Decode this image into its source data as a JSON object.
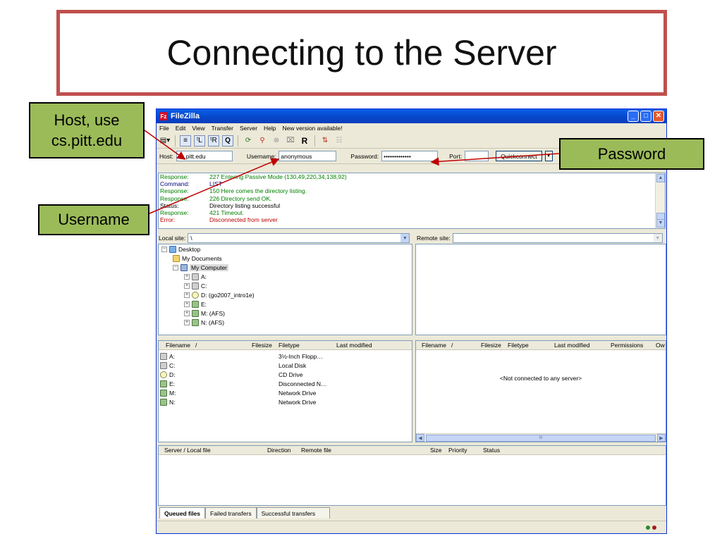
{
  "slide": {
    "title": "Connecting to the Server"
  },
  "callouts": {
    "host": {
      "line1": "Host, use",
      "line2": "cs.pitt.edu"
    },
    "username": "Username",
    "password": "Password"
  },
  "window": {
    "title": "FileZilla",
    "controls": {
      "minimize": "_",
      "maximize": "□",
      "close": "✕"
    }
  },
  "menu": [
    "File",
    "Edit",
    "View",
    "Transfer",
    "Server",
    "Help",
    "New version available!"
  ],
  "quickconnect": {
    "host_label": "Host:",
    "host_value": "cs.pitt.edu",
    "username_label": "Username:",
    "username_value": "anonymous",
    "password_label": "Password:",
    "password_value": "•••••••••••••",
    "port_label": "Port:",
    "port_value": "",
    "button": "Quickconnect",
    "dropdown": "▼"
  },
  "log": [
    {
      "type": "Response:",
      "text": "227 Entering Passive Mode (130,49,220,34,138,92)",
      "color": "green"
    },
    {
      "type": "Command:",
      "text": "LIST",
      "color": "blue"
    },
    {
      "type": "Response:",
      "text": "150 Here comes the directory listing.",
      "color": "green"
    },
    {
      "type": "Response:",
      "text": "226 Directory send OK.",
      "color": "green"
    },
    {
      "type": "Status:",
      "text": "Directory listing successful",
      "color": "black"
    },
    {
      "type": "Response:",
      "text": "421 Timeout.",
      "color": "green"
    },
    {
      "type": "Error:",
      "text": "Disconnected from server",
      "color": "red"
    }
  ],
  "local": {
    "site_label": "Local site:",
    "site_value": "\\",
    "tree": [
      {
        "label": "Desktop",
        "icon": "desk",
        "exp": "−"
      },
      {
        "label": "My Documents",
        "icon": "folder",
        "exp": ""
      },
      {
        "label": "My Computer",
        "icon": "comp",
        "exp": "−",
        "selected": true
      },
      {
        "label": "A:",
        "icon": "drive",
        "exp": "+"
      },
      {
        "label": "C:",
        "icon": "drive",
        "exp": "+"
      },
      {
        "label": "D: (go2007_intro1e)",
        "icon": "cd",
        "exp": "+"
      },
      {
        "label": "E:",
        "icon": "net",
        "exp": "+"
      },
      {
        "label": "M: (AFS)",
        "icon": "net",
        "exp": "+"
      },
      {
        "label": "N: (AFS)",
        "icon": "net",
        "exp": "+"
      }
    ],
    "columns": [
      "Filename",
      "/",
      "Filesize",
      "Filetype",
      "Last modified"
    ],
    "files": [
      {
        "name": "A:",
        "icon": "drive",
        "type": "3½-Inch Flopp…"
      },
      {
        "name": "C:",
        "icon": "drive",
        "type": "Local Disk"
      },
      {
        "name": "D:",
        "icon": "cd",
        "type": "CD Drive"
      },
      {
        "name": "E:",
        "icon": "net",
        "type": "Disconnected N…"
      },
      {
        "name": "M:",
        "icon": "net",
        "type": "Network Drive"
      },
      {
        "name": "N:",
        "icon": "net",
        "type": "Network Drive"
      }
    ]
  },
  "remote": {
    "site_label": "Remote site:",
    "columns": [
      "Filename",
      "/",
      "Filesize",
      "Filetype",
      "Last modified",
      "Permissions",
      "Ow"
    ],
    "empty_message": "<Not connected to any server>",
    "scroll_grip": "III"
  },
  "queue": {
    "columns": [
      "Server / Local file",
      "Direction",
      "Remote file",
      "Size",
      "Priority",
      "Status"
    ],
    "tabs": [
      "Queued files",
      "Failed transfers",
      "Successful transfers"
    ]
  }
}
